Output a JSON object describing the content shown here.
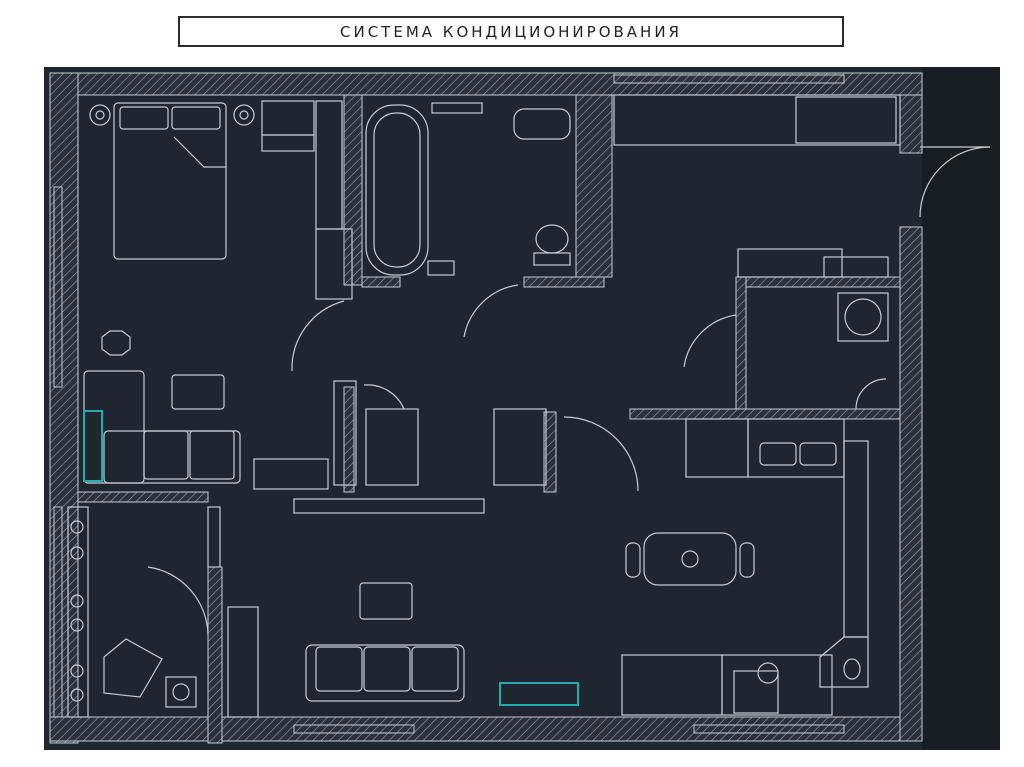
{
  "title": "СИСТЕМА КОНДИЦИОНИРОВАНИЯ",
  "colors": {
    "background": "#1f2630",
    "line": "#c7ccd2",
    "wall_hatch": "#9aa1aa",
    "highlight": "#27a9b0",
    "outer_dark": "#14181e"
  },
  "highlighted_units": [
    "ac-unit-living-room",
    "ac-unit-bedroom"
  ]
}
